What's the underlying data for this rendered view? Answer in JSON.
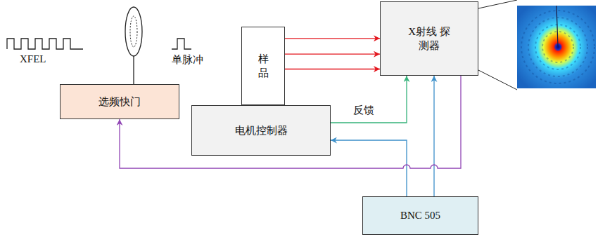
{
  "diagram": {
    "nodes": [
      {
        "text": [
          "选频快门"
        ]
      },
      {
        "text": [
          "样品"
        ]
      },
      {
        "text": [
          "电机控制器"
        ]
      },
      {
        "text": [
          "X射线 探测器"
        ]
      },
      {
        "text": [
          "BNC 505"
        ]
      }
    ],
    "edges": [
      {
        "from": 1,
        "to": 3,
        "arrow": "to"
      },
      {
        "from": 1,
        "to": 3,
        "arrow": "to"
      },
      {
        "from": 1,
        "to": 3,
        "arrow": "to"
      },
      {
        "from": 2,
        "to": 3,
        "label": "反馈",
        "arrow": "to"
      },
      {
        "from": 4,
        "to": 2,
        "arrow": "to"
      },
      {
        "from": 4,
        "to": 3,
        "arrow": "to"
      },
      {
        "from": 3,
        "to": 0,
        "arrow": "to"
      }
    ],
    "labels": [
      "XFEL",
      "单脉冲"
    ]
  }
}
